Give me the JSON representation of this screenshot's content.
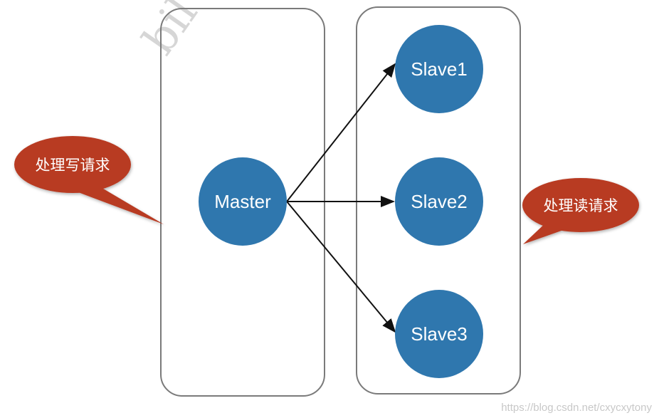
{
  "watermark": "bil",
  "master": {
    "label": "Master"
  },
  "slaves": [
    {
      "label": "Slave1"
    },
    {
      "label": "Slave2"
    },
    {
      "label": "Slave3"
    }
  ],
  "callouts": {
    "write": "处理写请求",
    "read": "处理读请求"
  },
  "source_url": "https://blog.csdn.net/cxycxytony",
  "colors": {
    "node": "#2f77ae",
    "callout": "#b83b24",
    "box": "#7a7a7a"
  }
}
